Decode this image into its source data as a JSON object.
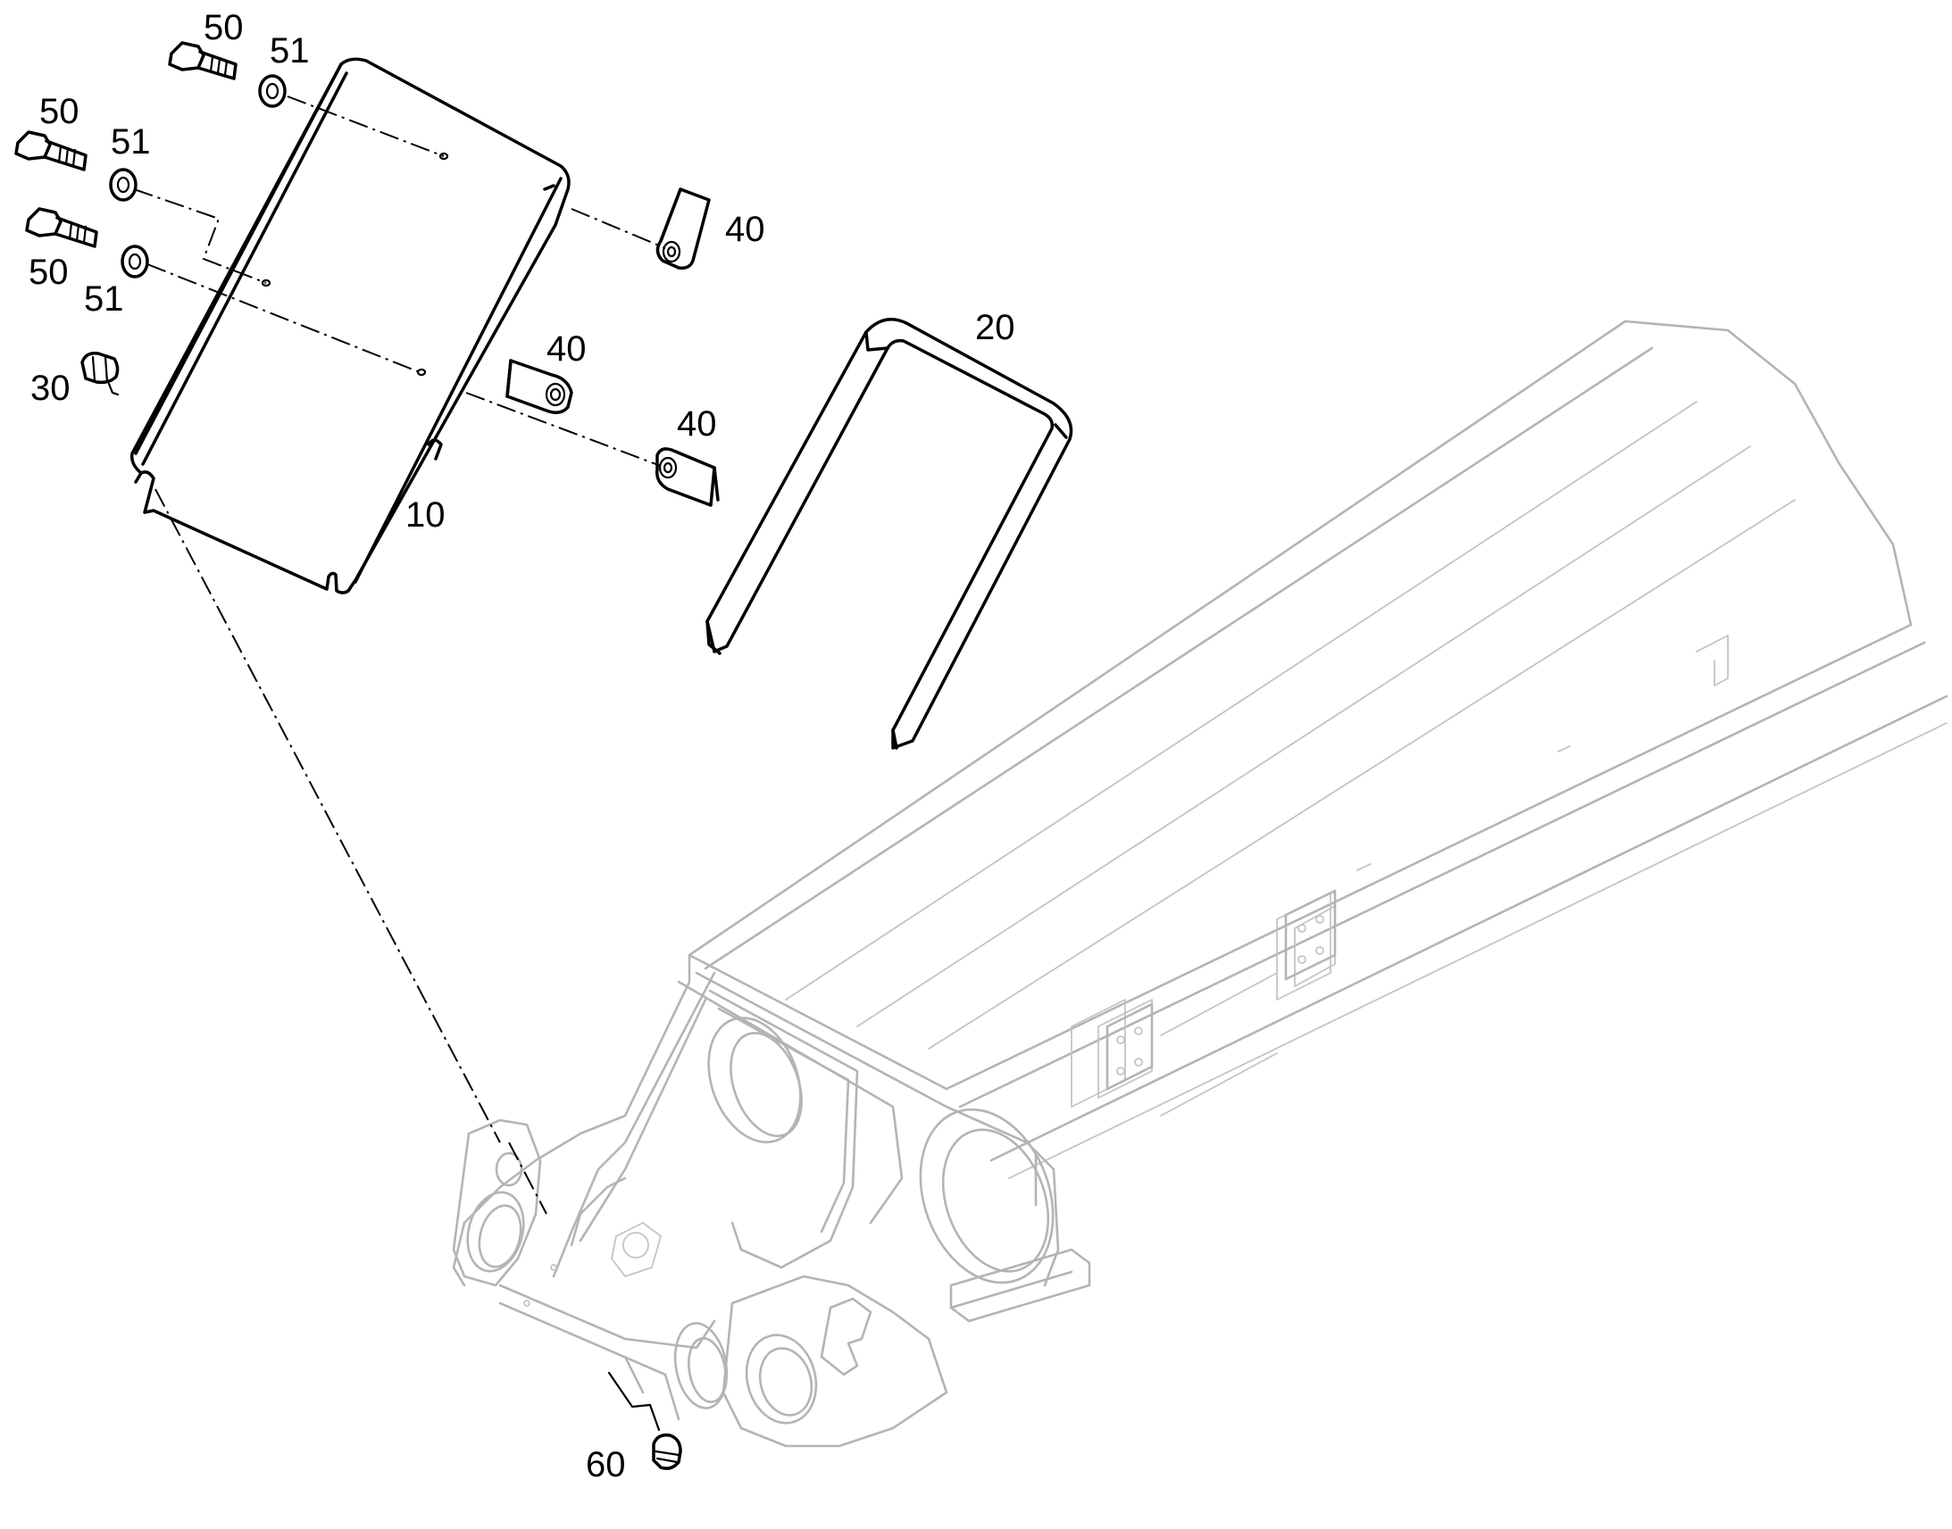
{
  "callouts": {
    "c50a": "50",
    "c51a": "51",
    "c50b": "50",
    "c51b": "51",
    "c50c": "50",
    "c51c": "51",
    "c40a": "40",
    "c40b": "40",
    "c40c": "40",
    "c20": "20",
    "c30": "30",
    "c10": "10",
    "c60": "60"
  },
  "colors": {
    "part_line": "#000000",
    "boom_line": "#b4b4b4",
    "background": "#ffffff"
  }
}
